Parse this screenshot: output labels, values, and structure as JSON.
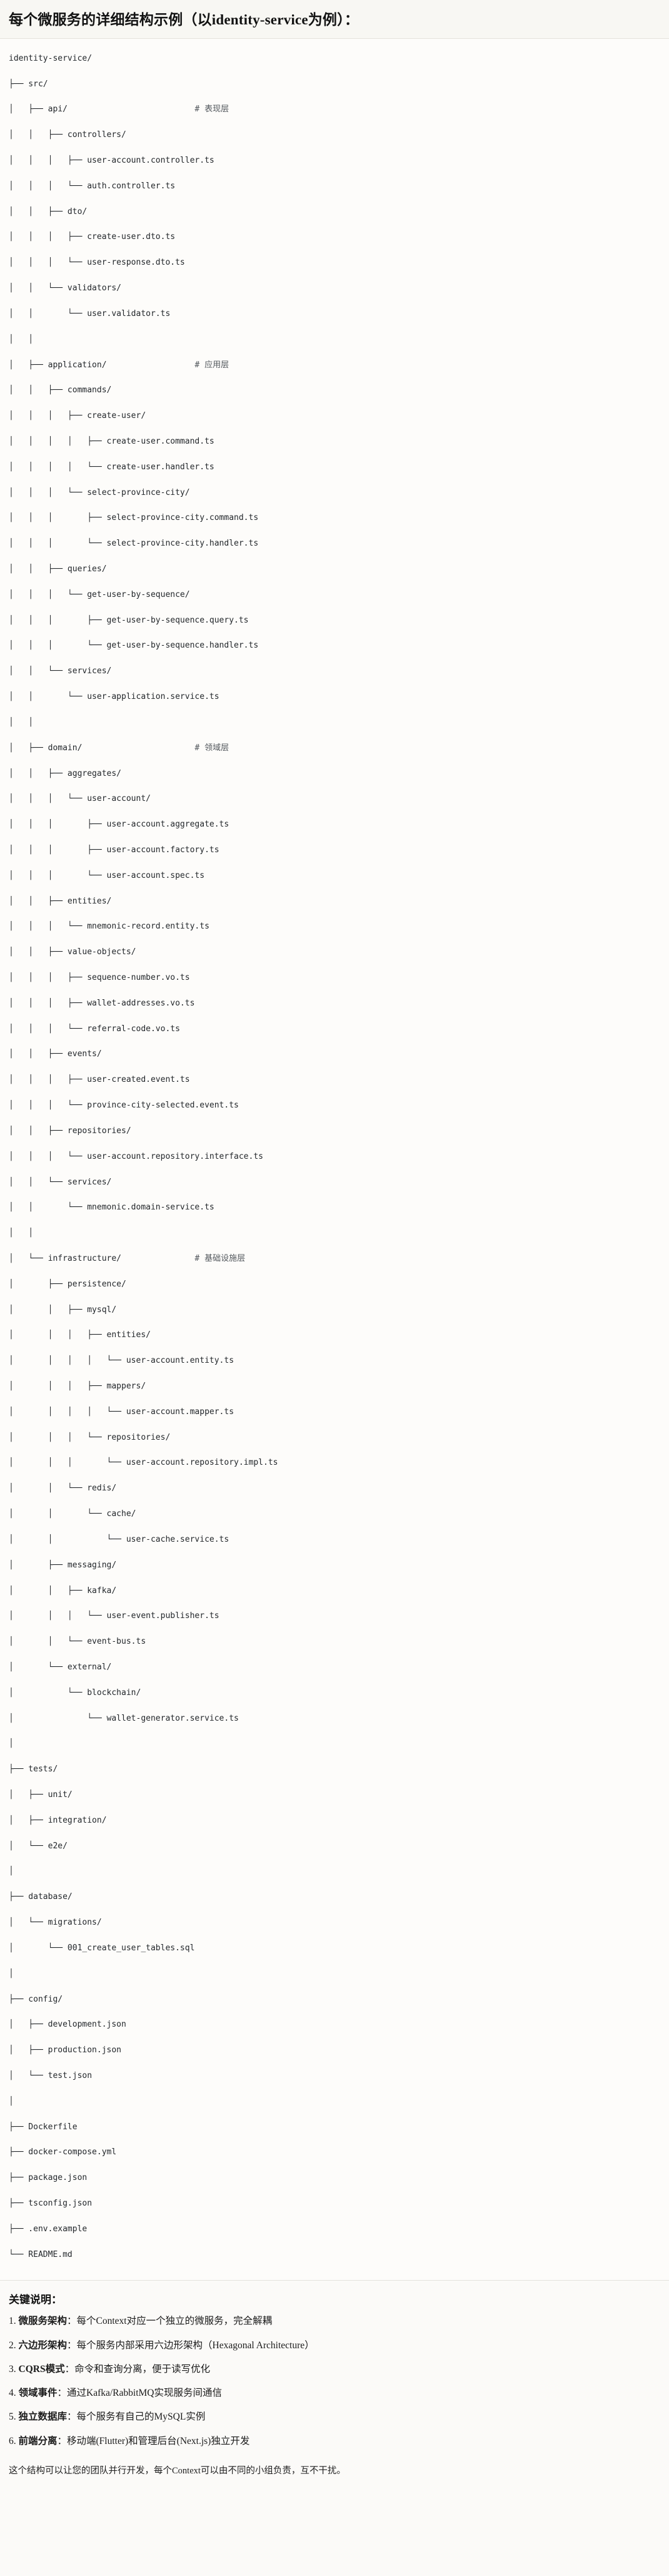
{
  "header": {
    "title": "每个微服务的详细结构示例（以identity-service为例）："
  },
  "tree": {
    "root": "identity-service/",
    "lines": [
      "identity-service/",
      "├── src/",
      "│   ├── api/                          # 表现层",
      "│   │   ├── controllers/",
      "│   │   │   ├── user-account.controller.ts",
      "│   │   │   └── auth.controller.ts",
      "│   │   ├── dto/",
      "│   │   │   ├── create-user.dto.ts",
      "│   │   │   └── user-response.dto.ts",
      "│   │   └── validators/",
      "│   │       └── user.validator.ts",
      "│   │",
      "│   ├── application/                  # 应用层",
      "│   │   ├── commands/",
      "│   │   │   ├── create-user/",
      "│   │   │   │   ├── create-user.command.ts",
      "│   │   │   │   └── create-user.handler.ts",
      "│   │   │   └── select-province-city/",
      "│   │   │       ├── select-province-city.command.ts",
      "│   │   │       └── select-province-city.handler.ts",
      "│   │   ├── queries/",
      "│   │   │   └── get-user-by-sequence/",
      "│   │   │       ├── get-user-by-sequence.query.ts",
      "│   │   │       └── get-user-by-sequence.handler.ts",
      "│   │   └── services/",
      "│   │       └── user-application.service.ts",
      "│   │",
      "│   ├── domain/                       # 领域层",
      "│   │   ├── aggregates/",
      "│   │   │   └── user-account/",
      "│   │   │       ├── user-account.aggregate.ts",
      "│   │   │       ├── user-account.factory.ts",
      "│   │   │       └── user-account.spec.ts",
      "│   │   ├── entities/",
      "│   │   │   └── mnemonic-record.entity.ts",
      "│   │   ├── value-objects/",
      "│   │   │   ├── sequence-number.vo.ts",
      "│   │   │   ├── wallet-addresses.vo.ts",
      "│   │   │   └── referral-code.vo.ts",
      "│   │   ├── events/",
      "│   │   │   ├── user-created.event.ts",
      "│   │   │   └── province-city-selected.event.ts",
      "│   │   ├── repositories/",
      "│   │   │   └── user-account.repository.interface.ts",
      "│   │   └── services/",
      "│   │       └── mnemonic.domain-service.ts",
      "│   │",
      "│   └── infrastructure/               # 基础设施层",
      "│       ├── persistence/",
      "│       │   ├── mysql/",
      "│       │   │   ├── entities/",
      "│       │   │   │   └── user-account.entity.ts",
      "│       │   │   ├── mappers/",
      "│       │   │   │   └── user-account.mapper.ts",
      "│       │   │   └── repositories/",
      "│       │   │       └── user-account.repository.impl.ts",
      "│       │   └── redis/",
      "│       │       └── cache/",
      "│       │           └── user-cache.service.ts",
      "│       ├── messaging/",
      "│       │   ├── kafka/",
      "│       │   │   └── user-event.publisher.ts",
      "│       │   └── event-bus.ts",
      "│       └── external/",
      "│           └── blockchain/",
      "│               └── wallet-generator.service.ts",
      "│",
      "├── tests/",
      "│   ├── unit/",
      "│   ├── integration/",
      "│   └── e2e/",
      "│",
      "├── database/",
      "│   └── migrations/",
      "│       └── 001_create_user_tables.sql",
      "│",
      "├── config/",
      "│   ├── development.json",
      "│   ├── production.json",
      "│   └── test.json",
      "│",
      "├── Dockerfile",
      "├── docker-compose.yml",
      "├── package.json",
      "├── tsconfig.json",
      "├── .env.example",
      "└── README.md"
    ],
    "comments": [
      "# 表现层",
      "# 应用层",
      "# 领域层",
      "# 基础设施层"
    ]
  },
  "notes": {
    "title": "关键说明：",
    "items": [
      {
        "bold": "微服务架构",
        "text": "：每个Context对应一个独立的微服务，完全解耦"
      },
      {
        "bold": "六边形架构",
        "text": "：每个服务内部采用六边形架构（Hexagonal Architecture）"
      },
      {
        "bold": "CQRS模式",
        "text": "：命令和查询分离，便于读写优化"
      },
      {
        "bold": "领域事件",
        "text": "：通过Kafka/RabbitMQ实现服务间通信"
      },
      {
        "bold": "独立数据库",
        "text": "：每个服务有自己的MySQL实例"
      },
      {
        "bold": "前端分离",
        "text": "：移动端(Flutter)和管理后台(Next.js)独立开发"
      }
    ],
    "footer": "这个结构可以让您的团队并行开发，每个Context可以由不同的小组负责，互不干扰。"
  }
}
